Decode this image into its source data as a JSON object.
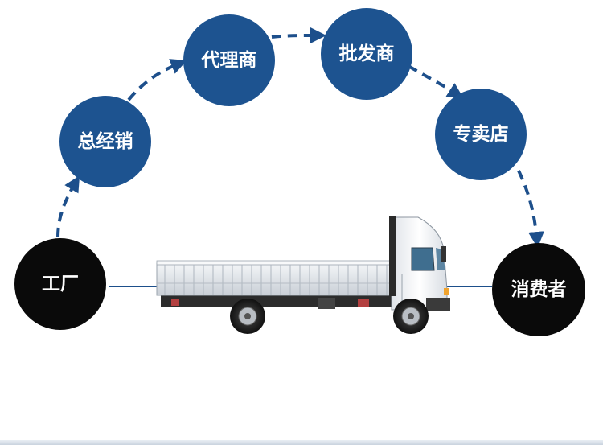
{
  "diagram": {
    "nodes": {
      "factory": "工厂",
      "general_distributor": "总经销",
      "agent": "代理商",
      "wholesaler": "批发商",
      "specialty_store": "专卖店",
      "consumer": "消费者"
    },
    "colors": {
      "node_blue": "#1d5390",
      "node_black": "#0a0a0a",
      "arrow": "#1d4f8b",
      "road_line": "#1d4f8b"
    },
    "flow": [
      "工厂",
      "总经销",
      "代理商",
      "批发商",
      "专卖店",
      "消费者"
    ],
    "image": "white-truck"
  }
}
